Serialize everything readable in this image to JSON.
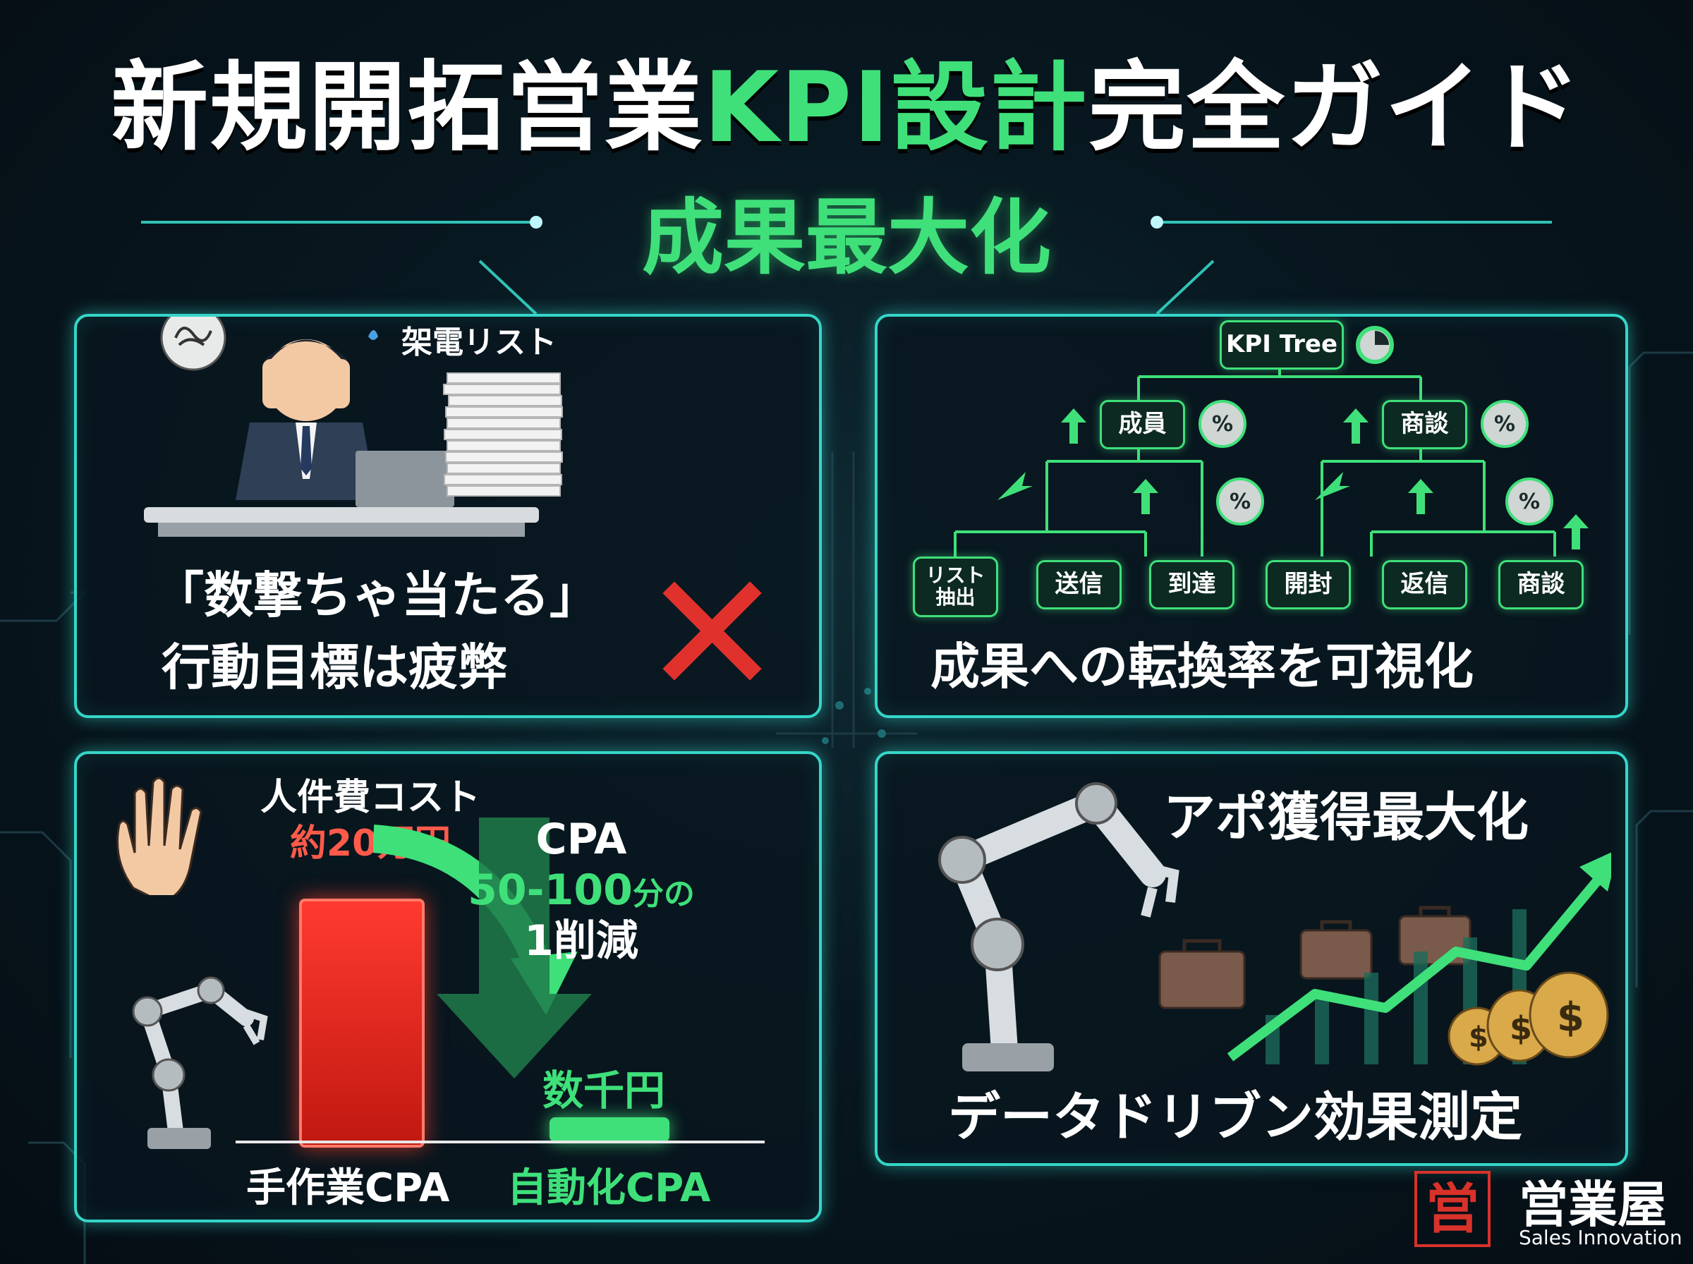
{
  "header": {
    "title_prefix": "新規開拓営業",
    "title_highlight": "KPI設計",
    "title_suffix": "完全ガイド",
    "subtitle": "成果最大化"
  },
  "panel_problem": {
    "list_label": "架電リスト",
    "quote_line1": "「数撃ちゃ当たる」",
    "quote_line2": "行動目標は疲弊",
    "cross_mark": "✕"
  },
  "panel_tree": {
    "root": "KPI Tree",
    "mid_nodes": [
      "成員",
      "商談"
    ],
    "pct_symbol": "%",
    "funnel": [
      "リスト\n抽出",
      "送信",
      "到達",
      "開封",
      "返信",
      "商談"
    ],
    "caption": "成果への転換率を可視化"
  },
  "panel_cpa": {
    "cost_title": "人件費コスト",
    "cost_value": "約20万円",
    "cpa_title": "CPA",
    "cpa_reduction": "50-100",
    "cpa_reduction_unit": "分の",
    "cpa_reduction_tail": "1削減",
    "auto_value": "数千円",
    "axis_manual": "手作業CPA",
    "axis_auto": "自動化CPA"
  },
  "panel_automation": {
    "top_caption": "アポ獲得最大化",
    "bottom_caption": "データドリブン効果測定"
  },
  "brand": {
    "mark": "営",
    "name": "営業屋",
    "tagline": "Sales Innovation"
  },
  "colors": {
    "accent_green": "#3fe07a",
    "frame_cyan": "#35d6c8",
    "alert_red": "#e0312d",
    "background": "#081820"
  }
}
